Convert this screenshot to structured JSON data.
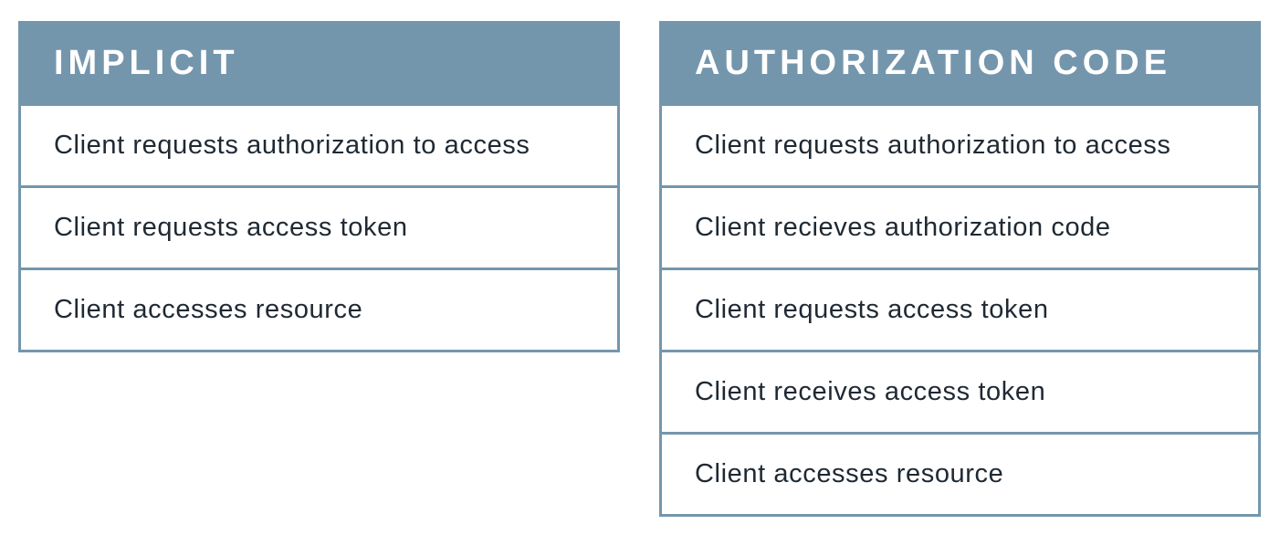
{
  "implicit": {
    "title": "IMPLICIT",
    "steps": [
      "Client requests authorization to access",
      "Client requests access token",
      "Client accesses resource"
    ]
  },
  "authorization_code": {
    "title": "AUTHORIZATION CODE",
    "steps": [
      "Client requests authorization to access",
      "Client recieves authorization code",
      "Client requests access token",
      "Client receives access token",
      "Client accesses resource"
    ]
  },
  "colors": {
    "header_background": "#7496ad",
    "border": "#7496ad",
    "header_text": "#ffffff",
    "step_text": "#1f2933"
  }
}
